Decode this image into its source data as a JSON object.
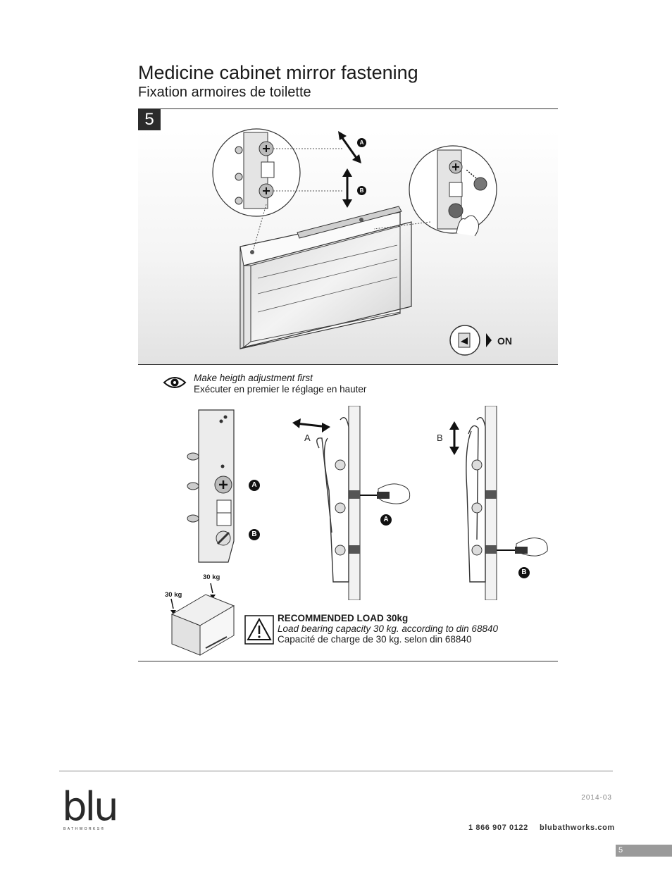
{
  "header": {
    "title": "Medicine cabinet mirror fastening",
    "subtitle": "Fixation armoires de toilette",
    "step": "5"
  },
  "illustration": {
    "on_label": "ON",
    "callout_a": "A",
    "callout_b": "B"
  },
  "adjustment_note": {
    "line_en": "Make heigth adjustment first",
    "line_fr": "Exécuter en premier le réglage en hauter"
  },
  "diagram": {
    "bracket_a": "A",
    "bracket_b": "B",
    "side_a_label": "A",
    "side_b_label": "B",
    "tool_a": "A",
    "tool_b": "B"
  },
  "load": {
    "top_kg": "30 kg",
    "side_kg": "30 kg",
    "heading": "RECOMMENDED LOAD 30kg",
    "line_en": "Load bearing capacity 30 kg. according to din 68840",
    "line_fr": "Capacité de charge de 30 kg. selon din 68840"
  },
  "footer": {
    "logo": "blu",
    "logo_sub": "BATHWORKS®",
    "date": "2014-03",
    "phone": "1 866 907 0122",
    "website": "blubathworks.com",
    "page_number": "5"
  }
}
